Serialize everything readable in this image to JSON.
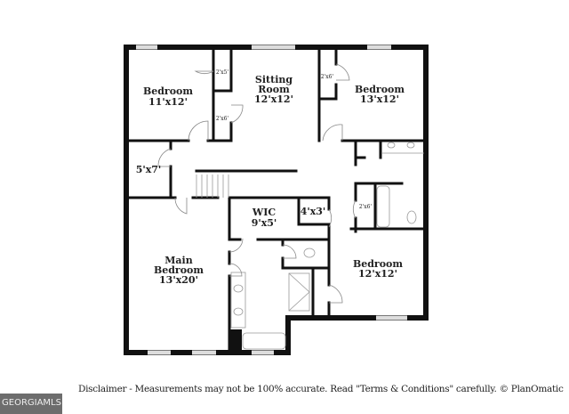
{
  "rooms": [
    {
      "name": "Bedroom",
      "size": "11'x12'"
    },
    {
      "name": "Sitting",
      "name2": "Room",
      "size": "12'x12'"
    },
    {
      "name": "Bedroom",
      "size": "13'x12'"
    },
    {
      "size": "5'x7'"
    },
    {
      "name": "WIC",
      "size": "9'x5'"
    },
    {
      "size": "4'x3'"
    },
    {
      "name": "Main",
      "name2": "Bedroom",
      "size": "13'x20'"
    },
    {
      "name": "Bedroom",
      "size": "12'x12'"
    }
  ],
  "closets": [
    "2'x5'",
    "2'x6'",
    "2'x6'",
    "2'x6'"
  ],
  "footer": {
    "disclaimer": "Disclaimer - Measurements may not be 100% accurate. Read \"Terms & Conditions\" carefully. © PlanOmatic",
    "logo_text": "GEORGIAMLS"
  }
}
